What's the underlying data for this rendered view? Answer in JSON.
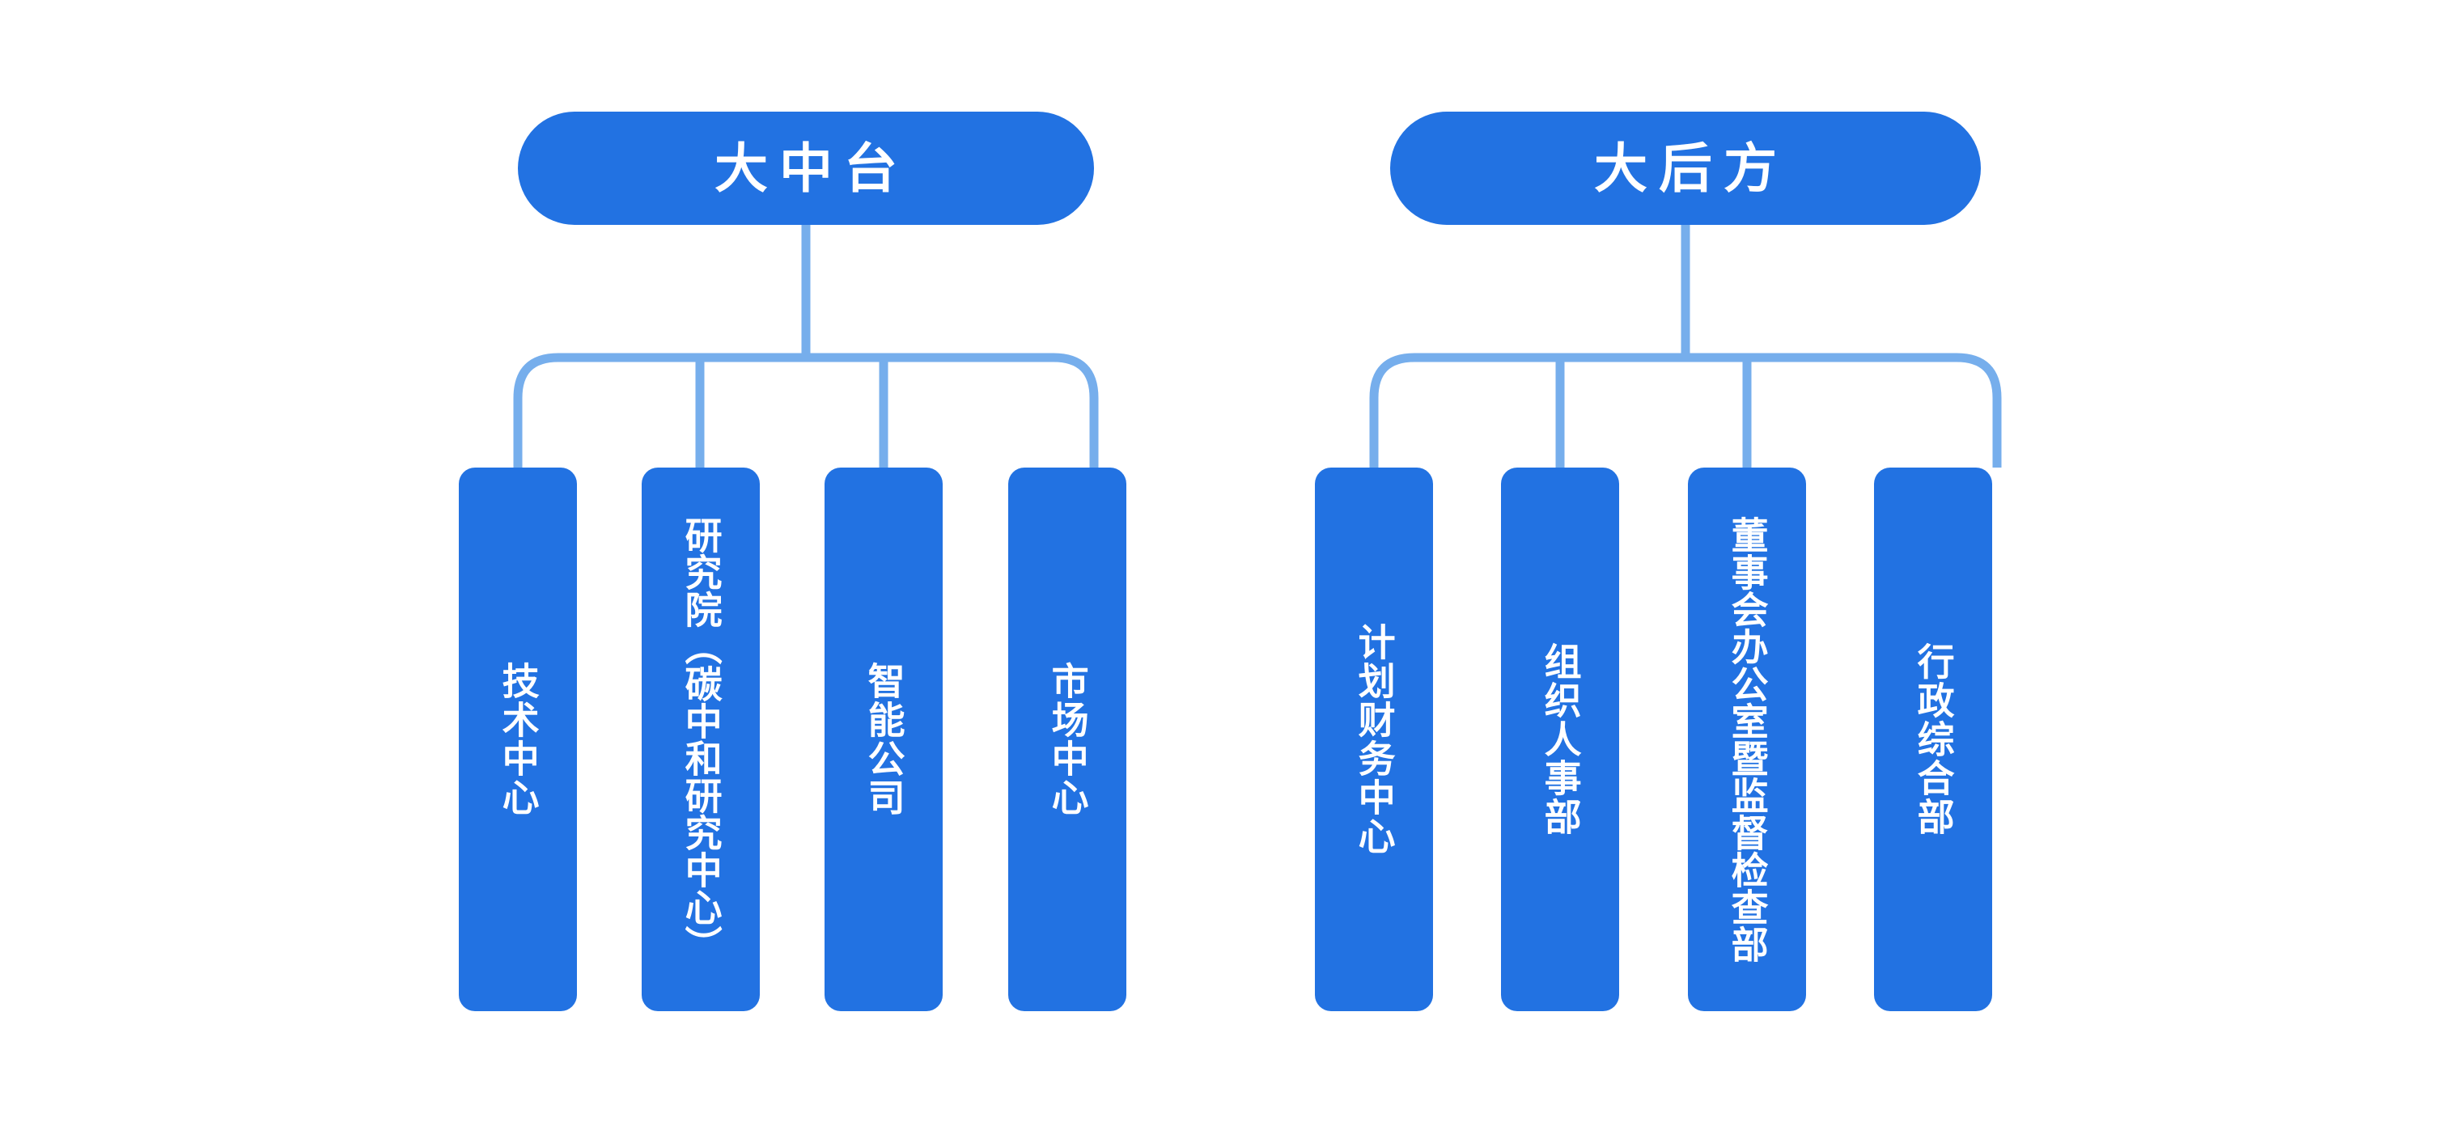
{
  "diagram": {
    "title_left": "大中台",
    "title_right": "大后方",
    "background_color": "#FFFFFF",
    "node_color": "#2272E2",
    "connector_color": "#76AEEC",
    "text_color": "#FFFFFF"
  },
  "groups": [
    {
      "id": "left",
      "header": {
        "label": "大中台"
      },
      "children": [
        {
          "label": "技术中心"
        },
        {
          "label": "研究院（碳中和研究中心）"
        },
        {
          "label": "智能公司"
        },
        {
          "label": "市场中心"
        }
      ]
    },
    {
      "id": "right",
      "header": {
        "label": "大后方"
      },
      "children": [
        {
          "label": "计划财务中心"
        },
        {
          "label": "组织人事部"
        },
        {
          "label": "董事会办公室暨监督检查部"
        },
        {
          "label": "行政综合部"
        }
      ]
    }
  ],
  "chart_data": {
    "type": "diagram",
    "subtype": "org-chart",
    "title": "",
    "orientation": "top-down",
    "roots": [
      {
        "label": "大中台",
        "shape": "pill",
        "children": [
          "技术中心",
          "研究院（碳中和研究中心）",
          "智能公司",
          "市场中心"
        ]
      },
      {
        "label": "大后方",
        "shape": "pill",
        "children": [
          "计划财务中心",
          "组织人事部",
          "董事会办公室暨监督检查部",
          "行政综合部"
        ]
      }
    ],
    "node_shape_children": "rounded-rect-vertical",
    "text_direction": "vertical-rl"
  }
}
